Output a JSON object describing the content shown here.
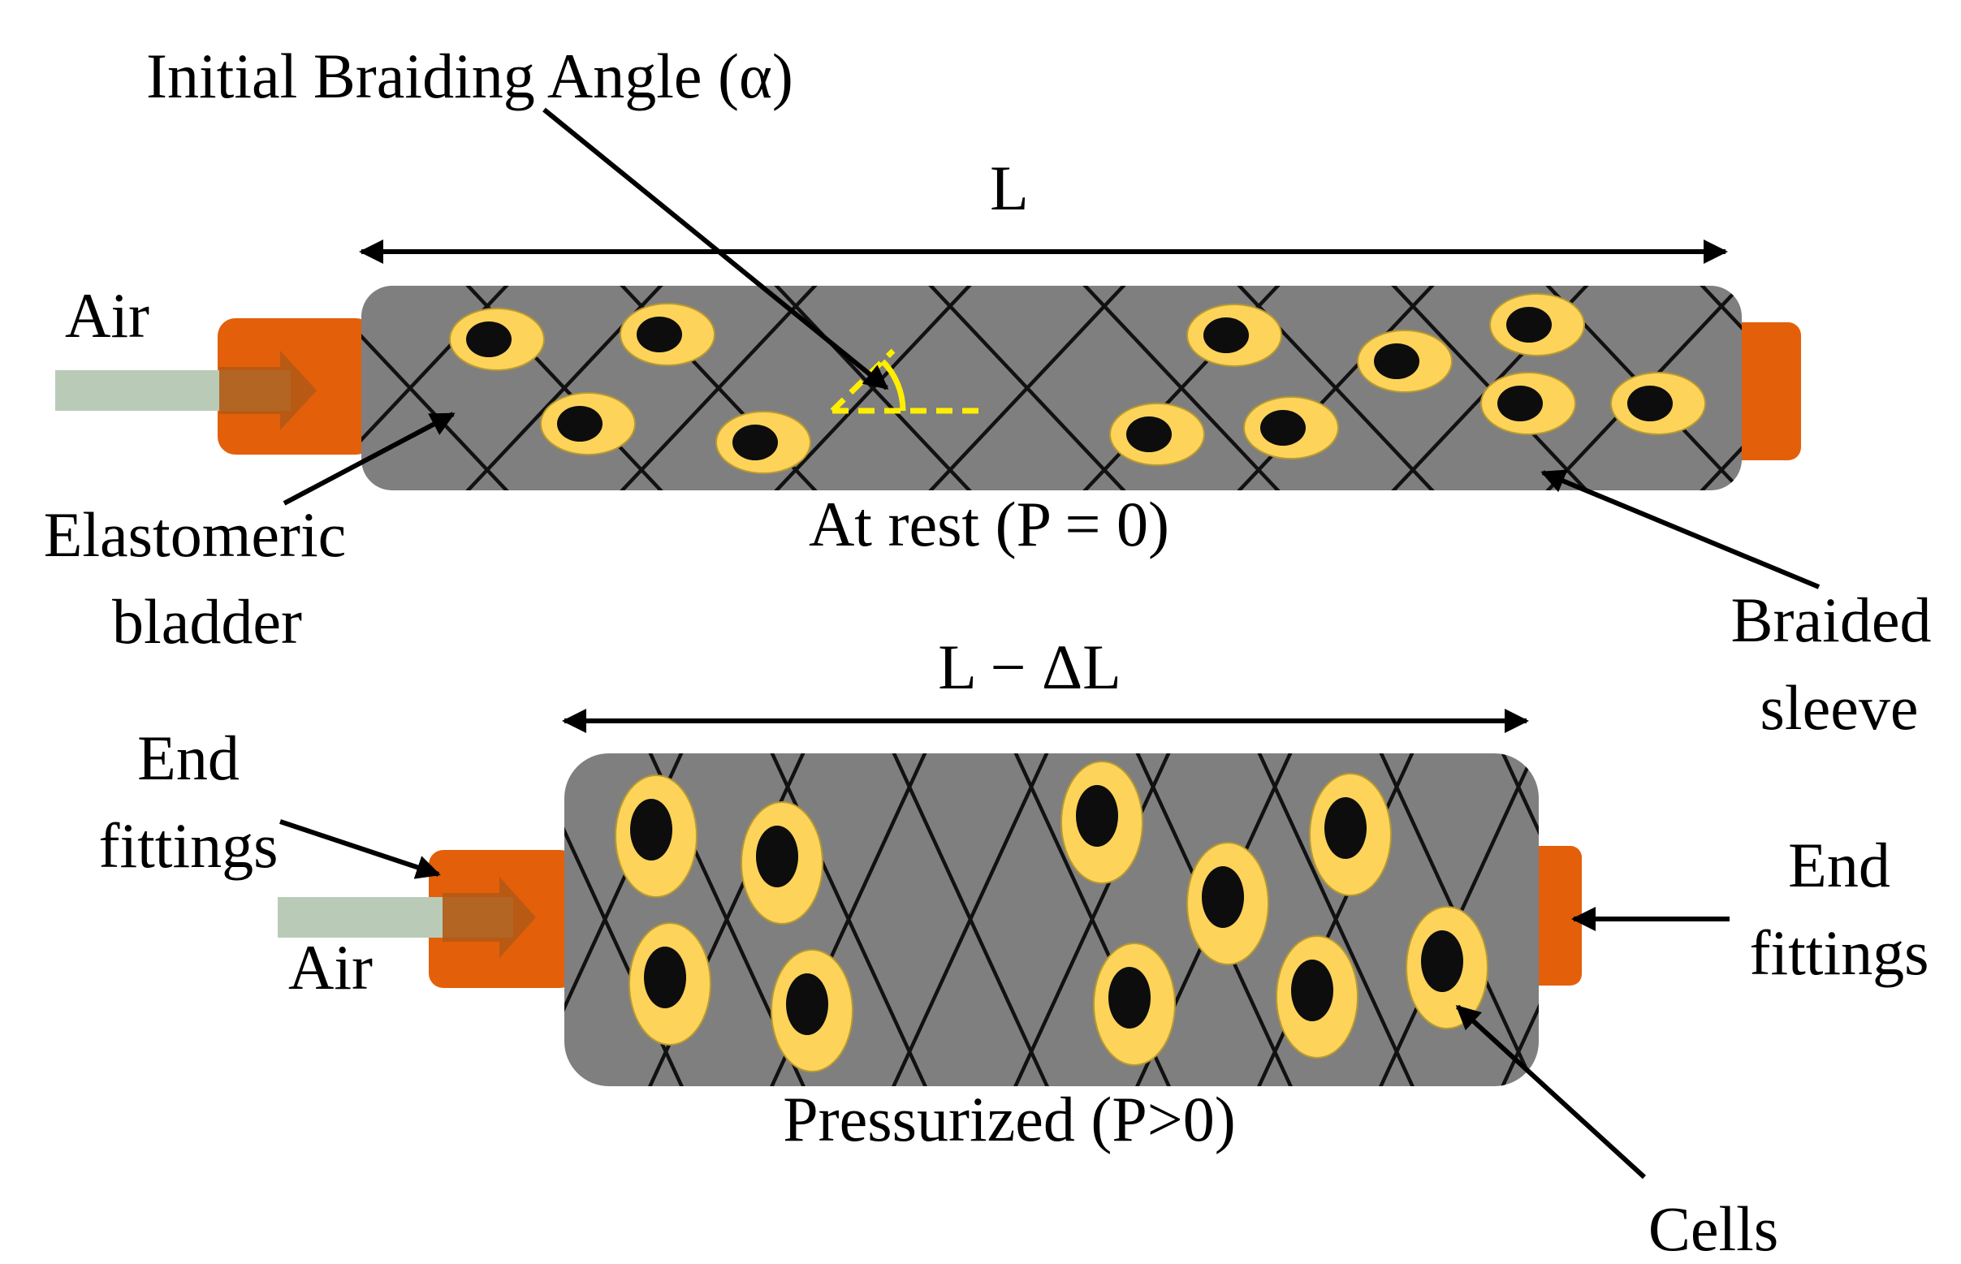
{
  "labels": {
    "braiding_angle": "Initial Braiding Angle (α)",
    "length_rest": "L",
    "length_pressurized": "L − ΔL",
    "air_top": "Air",
    "air_bottom": "Air",
    "elastomeric_line1": "Elastomeric",
    "elastomeric_line2": "bladder",
    "state_rest": "At rest (P = 0)",
    "braided_line1": "Braided",
    "braided_line2": "sleeve",
    "end_fittings_left_line1": "End",
    "end_fittings_left_line2": "fittings",
    "end_fittings_right_line1": "End",
    "end_fittings_right_line2": "fittings",
    "state_pressurized": "Pressurized (P>0)",
    "cells": "Cells"
  },
  "colors": {
    "bladder": "#7f7f7f",
    "fitting": "#e35f0a",
    "air_flow": "#b9cbb7",
    "air_arrow": "#b35a14",
    "cell_body": "#fdd35a",
    "cell_nucleus": "#0d0d0d",
    "braid": "#111111",
    "angle_marker": "#ffee00",
    "text": "#000000"
  }
}
